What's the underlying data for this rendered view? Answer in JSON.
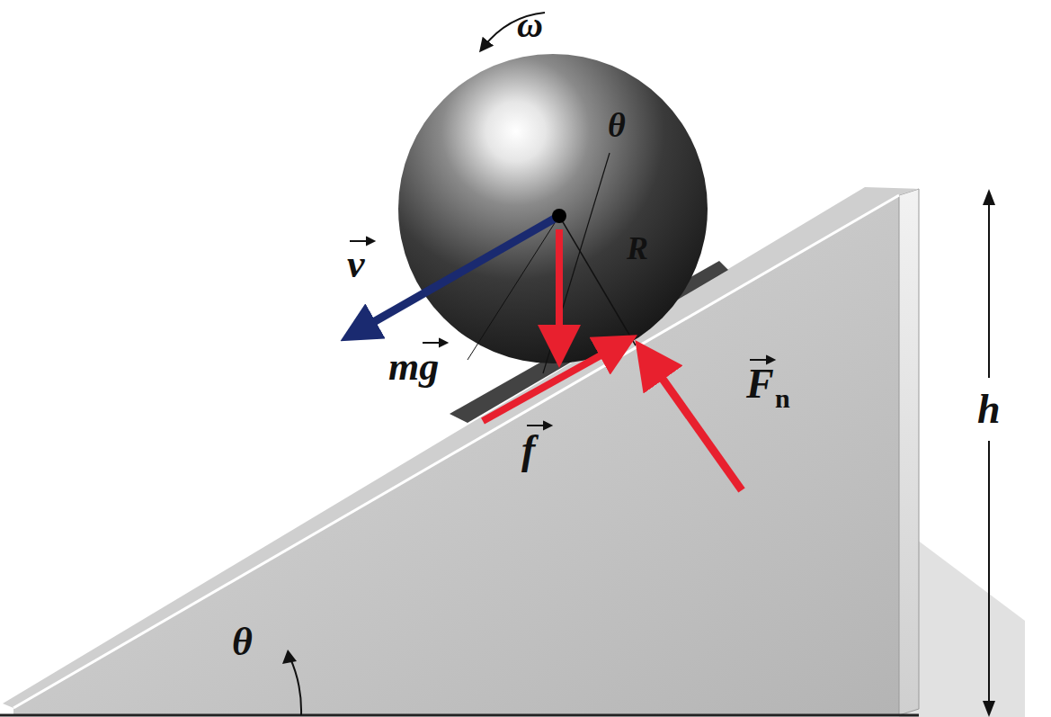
{
  "diagram": {
    "labels": [
      "ω",
      "v",
      "mg",
      "θ",
      "R",
      "f",
      "F",
      "n",
      "h",
      "θ"
    ]
  }
}
